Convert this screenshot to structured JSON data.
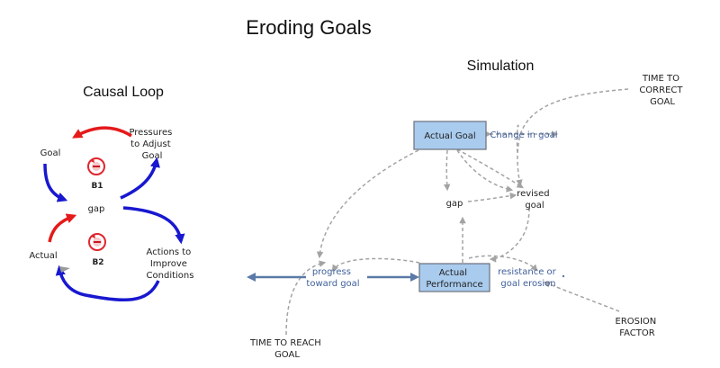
{
  "title": "Eroding Goals",
  "causal_loop": {
    "heading": "Causal Loop",
    "labels": {
      "goal": "Goal",
      "pressures": [
        "Pressures",
        "to Adjust",
        "Goal"
      ],
      "gap": "gap",
      "actual": "Actual",
      "actions": [
        "Actions to",
        "Improve",
        "Conditions"
      ]
    },
    "loops": [
      {
        "name": "B1",
        "color": "#e0262f"
      },
      {
        "name": "B2",
        "color": "#e0262f"
      }
    ],
    "colors": {
      "positive": "#e51a1a",
      "negative": "#1818d0"
    }
  },
  "simulation": {
    "heading": "Simulation",
    "stocks": {
      "actual_goal": "Actual Goal",
      "actual_performance": [
        "Actual",
        "Performance"
      ]
    },
    "flows": {
      "change_in_goal": "Change in goal",
      "progress": [
        "progress",
        "toward goal"
      ],
      "resistance": [
        "resistance or",
        "goal erosion"
      ]
    },
    "variables": {
      "gap": "gap",
      "revised_goal": [
        "revised",
        "goal"
      ]
    },
    "constants": {
      "time_to_correct": [
        "TIME TO",
        "CORRECT",
        "GOAL"
      ],
      "time_to_reach": [
        "TIME TO REACH",
        "GOAL"
      ],
      "erosion_factor": [
        "EROSION",
        "FACTOR"
      ]
    },
    "colors": {
      "stock_fill": "#a9cbee",
      "link": "#a3a3a3",
      "flow": "#5b7aa8",
      "flow_label": "#3f5f9a"
    }
  }
}
